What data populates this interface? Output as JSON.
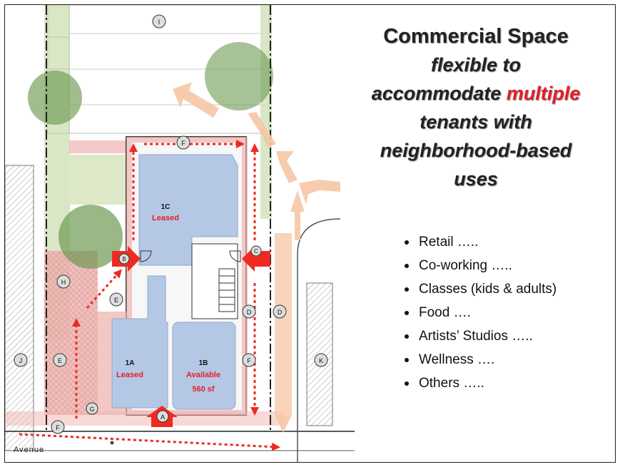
{
  "title": {
    "line1": "Commercial Space",
    "line2": "flexible to",
    "line3_pre": "accommodate ",
    "line3_highlight": "multiple",
    "line4": "tenants with",
    "line5": "neighborhood-based",
    "line6": "uses"
  },
  "bullets": [
    "Retail …..",
    "Co-working …..",
    "Classes (kids & adults)",
    "Food ….",
    "Artists’ Studios …..",
    "Wellness ….",
    "Others ….."
  ],
  "plan": {
    "street": "Avenue",
    "units": [
      {
        "id": "1C",
        "status": "Leased",
        "size": ""
      },
      {
        "id": "1A",
        "status": "Leased",
        "size": ""
      },
      {
        "id": "1B",
        "status": "Available",
        "size": "560 sf"
      }
    ],
    "markers": [
      "I",
      "F",
      "B",
      "C",
      "H",
      "E",
      "D",
      "D",
      "J",
      "E",
      "F",
      "K",
      "G",
      "A",
      "F"
    ]
  },
  "colors": {
    "unit_fill": "#b4c8e6",
    "path_fill": "#efb4b0",
    "arrow_red": "#ee2b22",
    "arrow_peach": "#f6c7a5",
    "tree_green": "#6e9a52",
    "highlight_red": "#e41e26"
  }
}
